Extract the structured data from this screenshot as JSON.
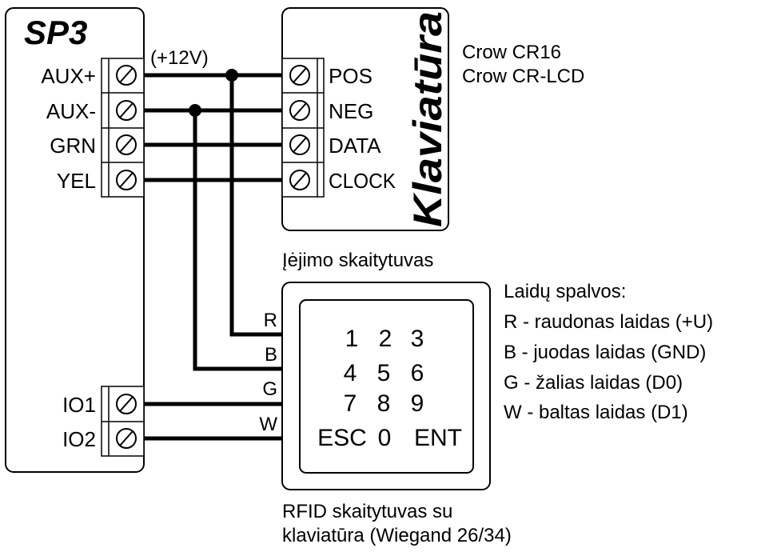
{
  "controller": {
    "title": "SP3",
    "terminals_top": [
      "AUX+",
      "AUX-",
      "GRN",
      "YEL"
    ],
    "terminals_bottom": [
      "IO1",
      "IO2"
    ],
    "voltage_label": "(+12V)"
  },
  "keypad": {
    "title": "Klaviatūra",
    "terminals": [
      "POS",
      "NEG",
      "DATA",
      "CLOCK"
    ],
    "models": [
      "Crow CR16",
      "Crow CR-LCD"
    ]
  },
  "reader": {
    "heading": "Įėjimo skaitytuvas",
    "wire_labels": [
      "R",
      "B",
      "G",
      "W"
    ],
    "keys": [
      [
        "1",
        "2",
        "3"
      ],
      [
        "4",
        "5",
        "6"
      ],
      [
        "7",
        "8",
        "9"
      ],
      [
        "ESC",
        "0",
        "ENT"
      ]
    ],
    "caption_line1": "RFID skaitytuvas su",
    "caption_line2": "klaviatūra (Wiegand 26/34)"
  },
  "legend": {
    "title": "Laidų spalvos:",
    "items": [
      "R - raudonas laidas (+U)",
      "B - juodas laidas (GND)",
      "G - žalias laidas (D0)",
      "W - baltas laidas (D1)"
    ]
  }
}
